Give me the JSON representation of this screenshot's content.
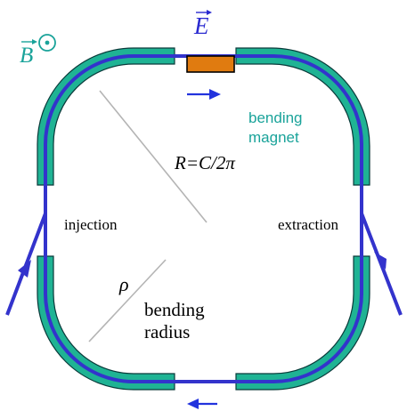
{
  "colors": {
    "background": "#ffffff",
    "magnet_fill": "#1fb394",
    "magnet_stroke": "#0a3a3a",
    "beam": "#3333cc",
    "arrow": "#2233dd",
    "cavity_fill": "#e07b10",
    "radius_line": "#b4b4b4",
    "field_label": "#1aa39a",
    "e_label": "#2a2ad0",
    "text": "#000000"
  },
  "labels": {
    "b_field": "B",
    "b_field_symbol": "⊙",
    "e_field": "E",
    "bending_magnet_line1": "bending",
    "bending_magnet_line2": "magnet",
    "ring_radius": "R=C/2π",
    "injection": "injection",
    "extraction": "extraction",
    "bending_radius_symbol": "ρ",
    "bending_radius_line1": "bending",
    "bending_radius_line2": "radius"
  },
  "icons": {
    "rf_cavity": "rf-cavity-icon",
    "forward_arrow": "arrow-right-icon",
    "return_arrow": "arrow-left-icon",
    "beam_in": "arrow-up-right-icon",
    "beam_out": "arrow-down-right-icon"
  }
}
